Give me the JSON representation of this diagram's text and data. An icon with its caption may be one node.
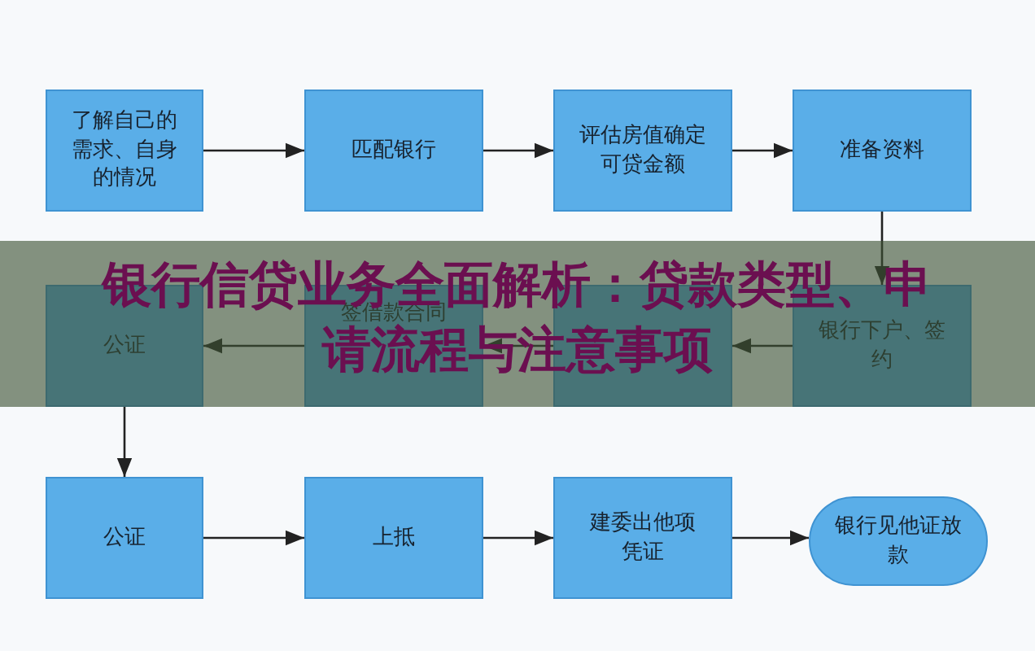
{
  "diagram": {
    "title": "银行信贷业务全面解析：贷款类型、申请流程与注意事项",
    "nodes": [
      {
        "text": [
          "了解自己的需求、自身的情况"
        ]
      },
      {
        "text": [
          "匹配银行"
        ]
      },
      {
        "text": [
          "评估房值确定可贷金额"
        ]
      },
      {
        "text": [
          "准备资料"
        ]
      },
      {
        "text": [
          "公证"
        ]
      },
      {
        "text": [
          "签借款合同"
        ]
      },
      {
        "text": [],
        "shape": "box"
      },
      {
        "text": [
          "银行下户、签约"
        ]
      },
      {
        "text": [
          "公证"
        ]
      },
      {
        "text": [
          "上抵"
        ]
      },
      {
        "text": [
          "建委出他项凭证"
        ]
      },
      {
        "text": [
          "银行见他证放款"
        ]
      }
    ],
    "edges": [
      {
        "from": 0,
        "to": 1,
        "arrow": "to"
      },
      {
        "from": 1,
        "to": 2,
        "arrow": "to"
      },
      {
        "from": 2,
        "to": 3,
        "arrow": "to"
      },
      {
        "from": 3,
        "to": 7,
        "arrow": "to"
      },
      {
        "from": 7,
        "to": 6,
        "arrow": "to"
      },
      {
        "from": 6,
        "to": 5,
        "arrow": "to"
      },
      {
        "from": 5,
        "to": 4,
        "arrow": "to"
      },
      {
        "from": 4,
        "to": 8,
        "arrow": "to"
      },
      {
        "from": 8,
        "to": 9,
        "arrow": "to"
      },
      {
        "from": 9,
        "to": 10,
        "arrow": "to"
      },
      {
        "from": 10,
        "to": 11,
        "arrow": "to"
      }
    ]
  }
}
